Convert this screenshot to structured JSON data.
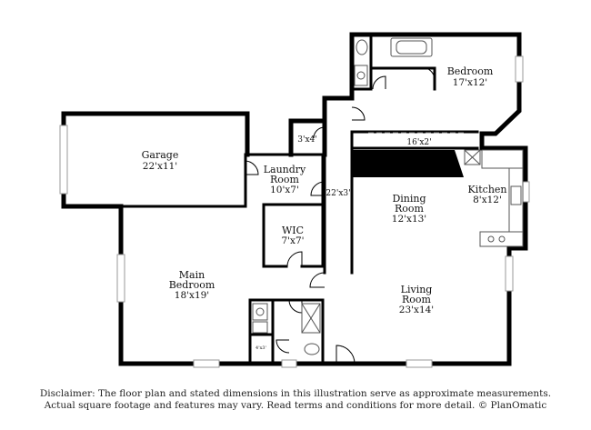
{
  "rooms": {
    "garage": {
      "name": "Garage",
      "dim": "22'x11'"
    },
    "laundry": {
      "name1": "Laundry",
      "name2": "Room",
      "dim": "10'x7'"
    },
    "closet_small": {
      "dim": "3'x4'"
    },
    "hall_vertical": {
      "dim": "22'x3'"
    },
    "bedroom": {
      "name": "Bedroom",
      "dim": "17'x12'"
    },
    "hall_horizontal": {
      "dim": "16'x2'"
    },
    "dining": {
      "name1": "Dining",
      "name2": "Room",
      "dim": "12'x13'"
    },
    "kitchen": {
      "name": "Kitchen",
      "dim": "8'x12'"
    },
    "wic": {
      "name": "WIC",
      "dim": "7'x7'"
    },
    "main_bedroom": {
      "name1": "Main",
      "name2": "Bedroom",
      "dim": "18'x19'"
    },
    "living": {
      "name1": "Living",
      "name2": "Room",
      "dim": "23'x14'"
    },
    "bath_closet": {
      "dim": "4'x3'"
    }
  },
  "disclaimer": {
    "line1": "Disclaimer: The floor plan and stated dimensions in this illustration serve as approximate measurements.",
    "line2": "Actual square footage and features may vary. Read terms and conditions for more detail. © PlanOmatic"
  },
  "colors": {
    "wall": "#000000",
    "fixture": "#555555",
    "window": "#bbbbbb"
  }
}
